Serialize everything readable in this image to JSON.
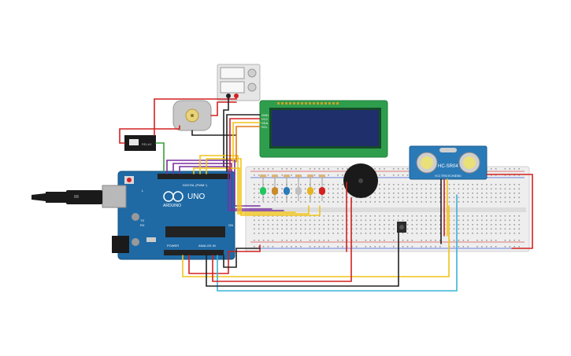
{
  "board": {
    "brand": "ARDUINO",
    "model": "UNO",
    "digital_label": "DIGITAL (PWM~)",
    "power_label": "POWER",
    "analog_label": "ANALOG IN",
    "tx_label": "TX",
    "rx_label": "RX",
    "on_label": "ON",
    "l_label": "L"
  },
  "sensor": {
    "model": "HC-SR04",
    "pins": [
      "VCC",
      "TRIG",
      "ECHO",
      "GND"
    ]
  },
  "lcd": {
    "pins": [
      "GND",
      "VCC",
      "SDA",
      "SCL"
    ]
  },
  "relay": {
    "label": "RELAY"
  },
  "colors": {
    "board": "#1f6aa5",
    "lcd_pcb": "#2e9e4d",
    "lcd_screen": "#1e2f6b",
    "sensor_pcb": "#2a7ab8",
    "breadboard": "#eeeeee",
    "wire_red": "#d42020",
    "wire_black": "#222222",
    "wire_yellow": "#f0c419",
    "wire_purple": "#7a2fa0",
    "wire_blue": "#3ab3d8",
    "wire_green": "#3aa03a",
    "wire_orange": "#e07a10"
  },
  "leds": [
    {
      "color": "#22c55e"
    },
    {
      "color": "#c98a2a"
    },
    {
      "color": "#2a7ab8"
    },
    {
      "color": "#bfbfbf"
    },
    {
      "color": "#e6b420"
    },
    {
      "color": "#d42020"
    }
  ]
}
